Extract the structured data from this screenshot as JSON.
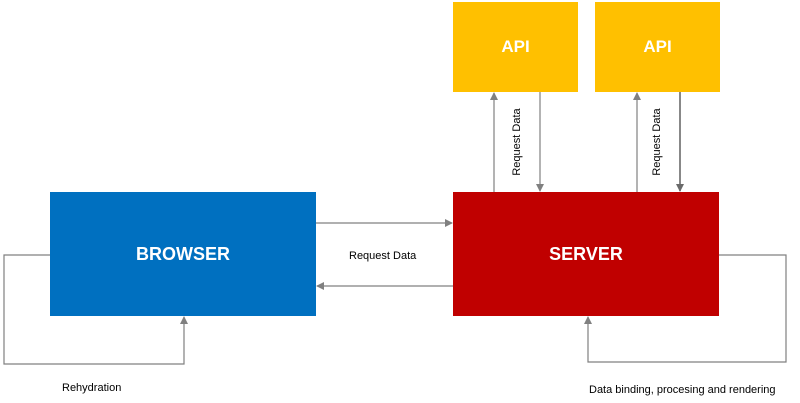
{
  "nodes": {
    "browser": "BROWSER",
    "server": "SERVER",
    "api_left": "API",
    "api_right": "API"
  },
  "labels": {
    "request_data_main": "Request Data",
    "request_data_api_left": "Request Data",
    "request_data_api_right": "Request Data",
    "rehydration": "Rehydration",
    "data_binding": "Data binding, procesing and rendering"
  },
  "colors": {
    "browser": "#0070C0",
    "server": "#C00000",
    "api": "#FFC000",
    "connector": "#808080"
  }
}
